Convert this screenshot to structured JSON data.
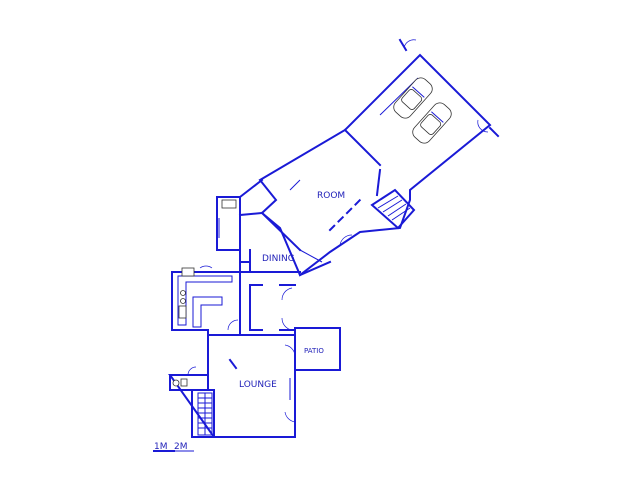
{
  "rooms": {
    "room": "ROOM",
    "dining": "DINING",
    "patio": "PATIO",
    "lounge": "LOUNGE"
  },
  "scale_bar": {
    "label_1": "1M",
    "label_2": "2M"
  },
  "colors": {
    "wall": "#1a1ad6",
    "text": "#1f1fb8",
    "background": "#ffffff"
  }
}
